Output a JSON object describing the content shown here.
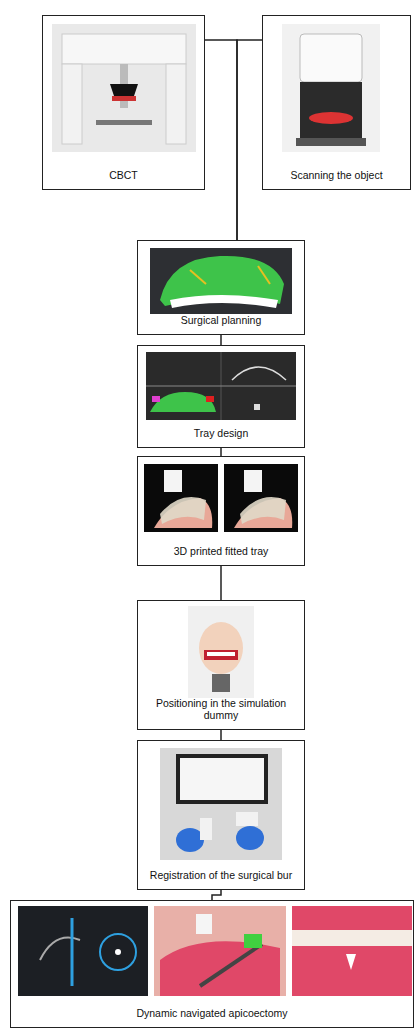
{
  "diagram": {
    "nodes": [
      {
        "text": [
          "CBCT"
        ]
      },
      {
        "text": [
          "Scanning the object"
        ]
      },
      {
        "text": [
          "Surgical planning"
        ]
      },
      {
        "text": [
          "Tray design"
        ]
      },
      {
        "text": [
          "3D printed fitted tray"
        ]
      },
      {
        "text": [
          "Positioning in the simulation dummy"
        ]
      },
      {
        "text": [
          "Registration of the surgical bur"
        ]
      },
      {
        "text": [
          "Dynamic navigated apicoectomy"
        ]
      }
    ],
    "edges": [
      {
        "from": 0,
        "to": 2,
        "arrow": "none"
      },
      {
        "from": 1,
        "to": 2,
        "arrow": "none"
      },
      {
        "from": 2,
        "to": 3,
        "arrow": "none"
      },
      {
        "from": 3,
        "to": 4,
        "arrow": "none"
      },
      {
        "from": 4,
        "to": 5,
        "arrow": "none"
      },
      {
        "from": 5,
        "to": 6,
        "arrow": "none"
      },
      {
        "from": 6,
        "to": 7,
        "arrow": "none"
      }
    ]
  }
}
